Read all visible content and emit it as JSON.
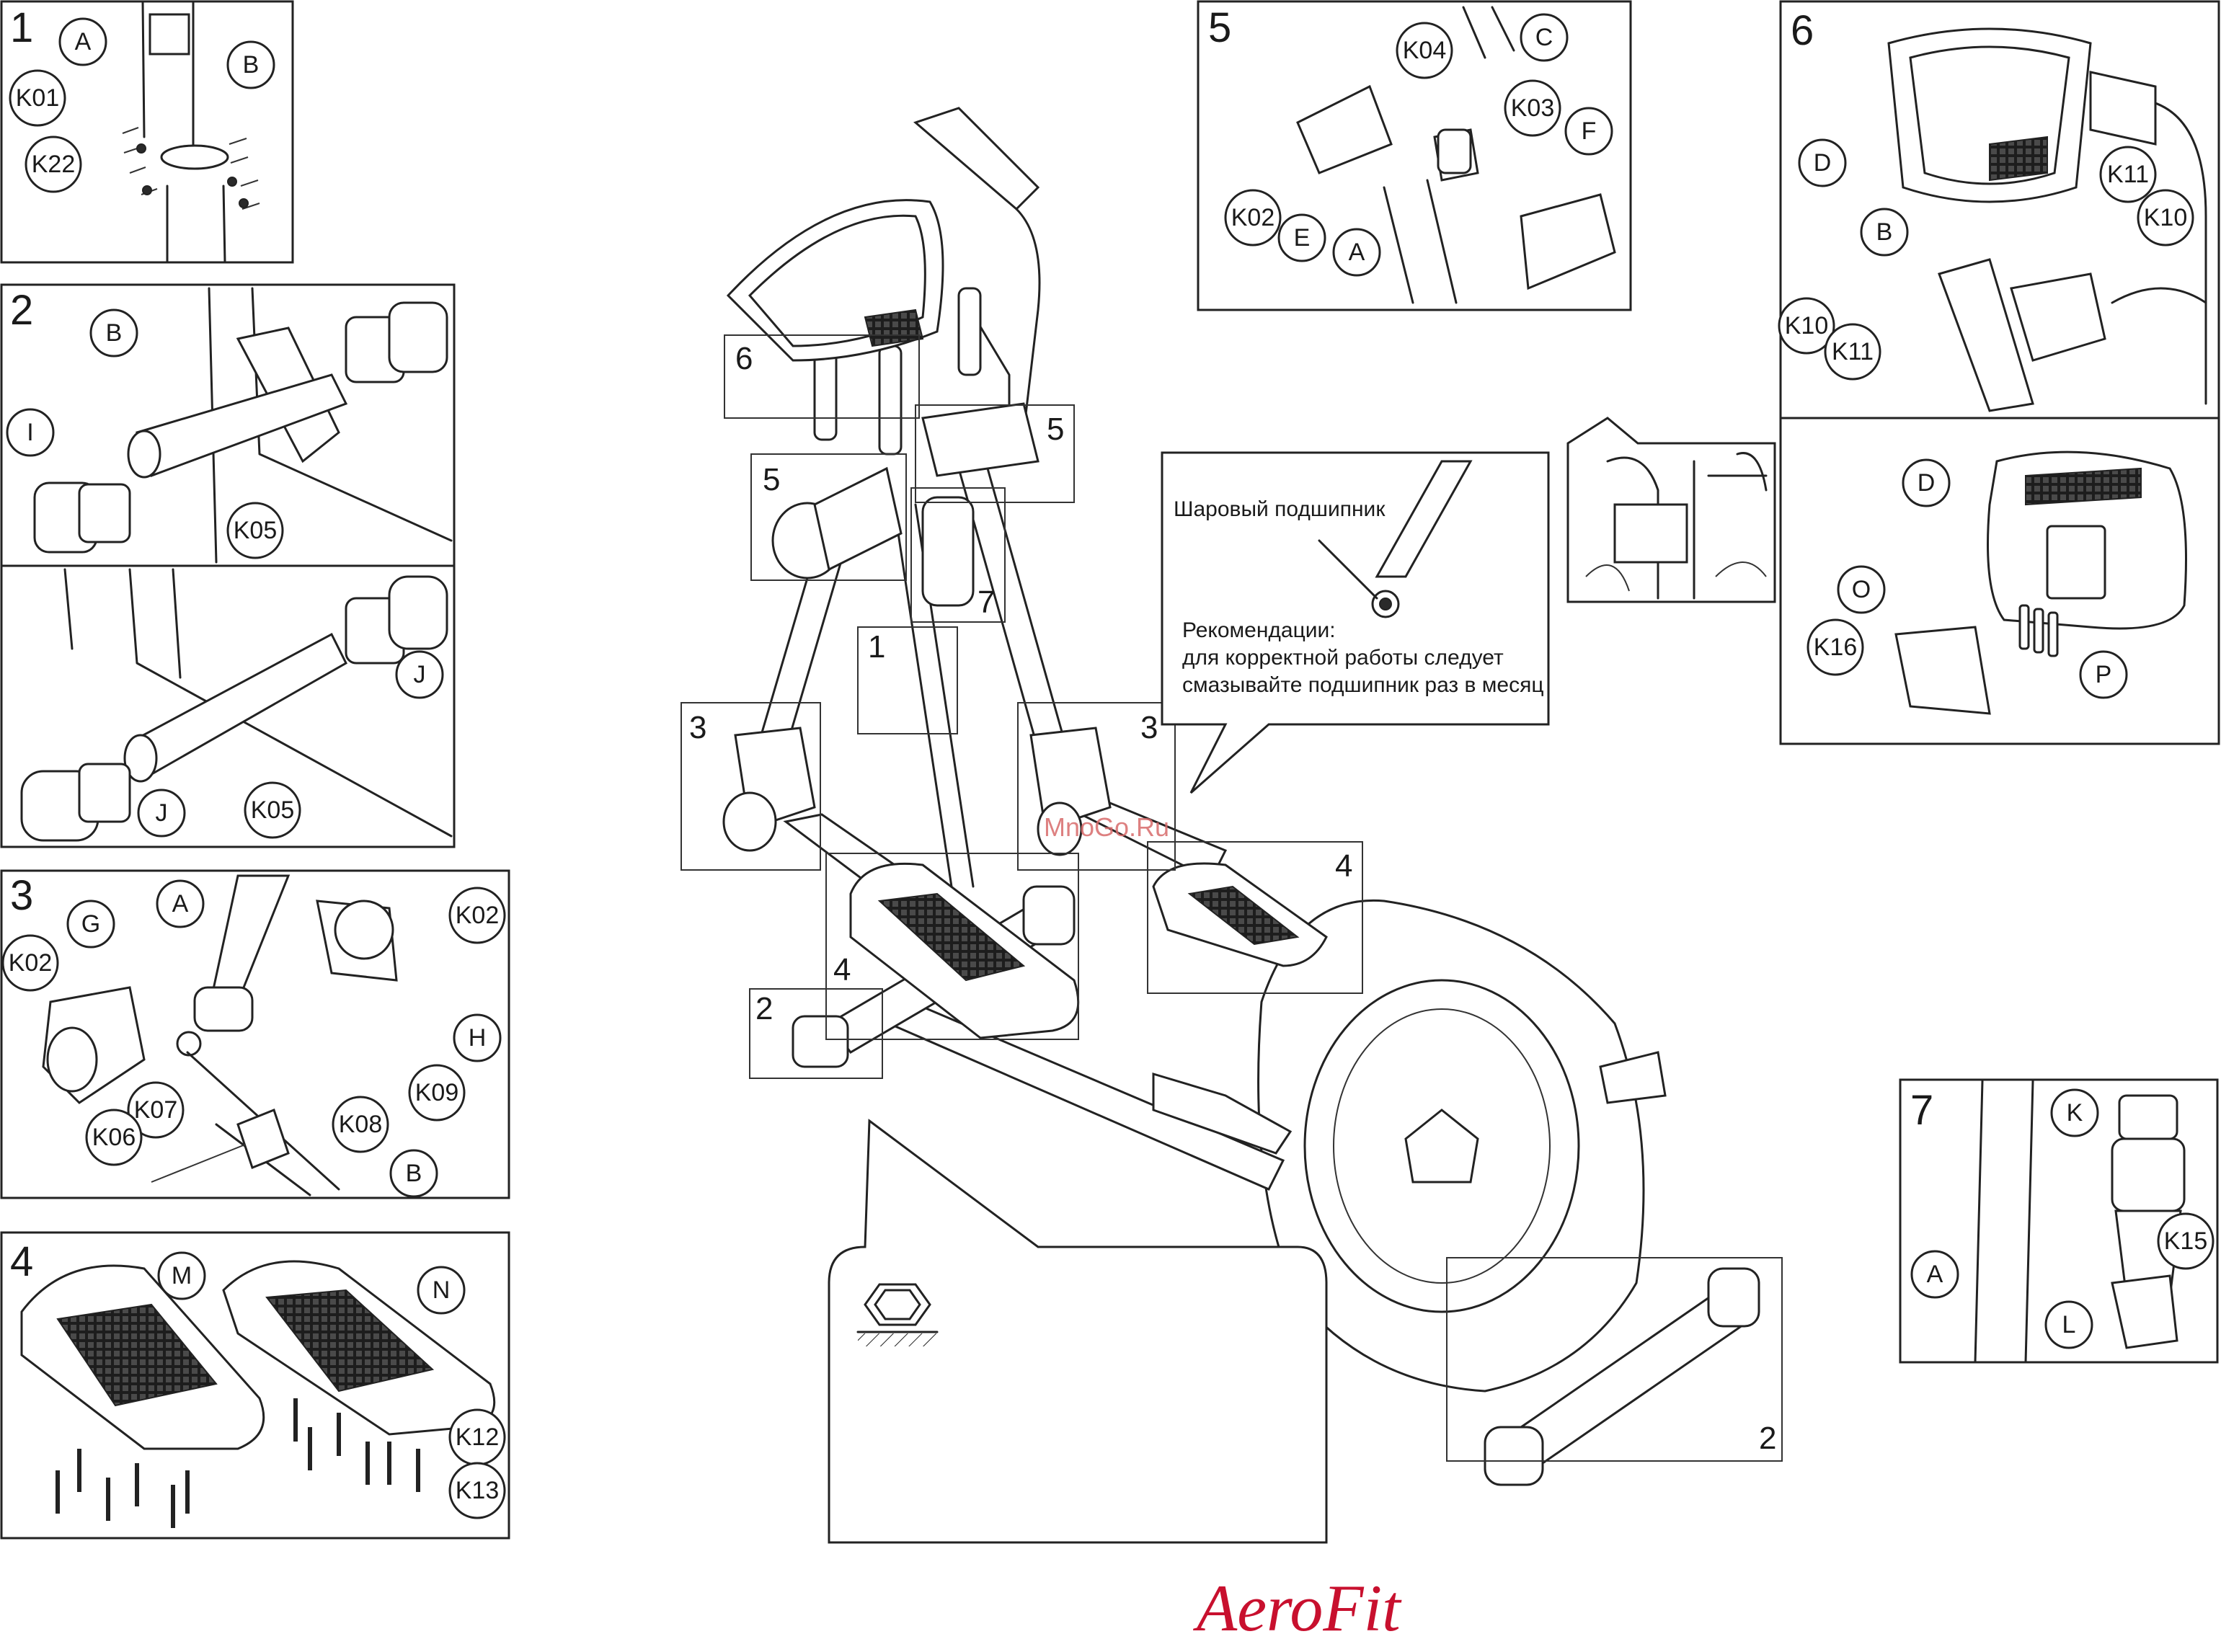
{
  "diagram": {
    "panel_numbers": {
      "p1": "1",
      "p2": "2",
      "p3": "3",
      "p4": "4",
      "p5": "5",
      "p6": "6",
      "p7": "7"
    },
    "main_zone_labels": {
      "z6": "6",
      "z5a": "5",
      "z5b": "5",
      "z7": "7",
      "z1": "1",
      "z3a": "3",
      "z3b": "3",
      "z4a": "4",
      "z4b": "4",
      "z2a": "2",
      "z2b": "2"
    },
    "part_labels": {
      "p1": [
        "A",
        "B",
        "K01",
        "K22"
      ],
      "p2": [
        "B",
        "I",
        "K05"
      ],
      "p2b": [
        "J",
        "J",
        "K05"
      ],
      "p3": [
        "A",
        "G",
        "K02",
        "K02",
        "H",
        "K09",
        "K08",
        "K07",
        "K06",
        "B"
      ],
      "p4": [
        "M",
        "N",
        "K12",
        "K13"
      ],
      "p5": [
        "K04",
        "C",
        "K03",
        "F",
        "K02",
        "E",
        "A"
      ],
      "p6": [
        "D",
        "K11",
        "K10",
        "B",
        "K10",
        "K11"
      ],
      "p6b": [
        "D",
        "O",
        "K16",
        "P"
      ],
      "p7": [
        "K",
        "K15",
        "A",
        "L"
      ]
    },
    "bearing_note": {
      "title": "Шаровый подшипник",
      "line1": "Рекомендации:",
      "line2": "для корректной работы следует",
      "line3": "смазывайте подшипник раз в месяц"
    },
    "watermark": "MnoGo.Ru",
    "brand": "AeroFit"
  }
}
